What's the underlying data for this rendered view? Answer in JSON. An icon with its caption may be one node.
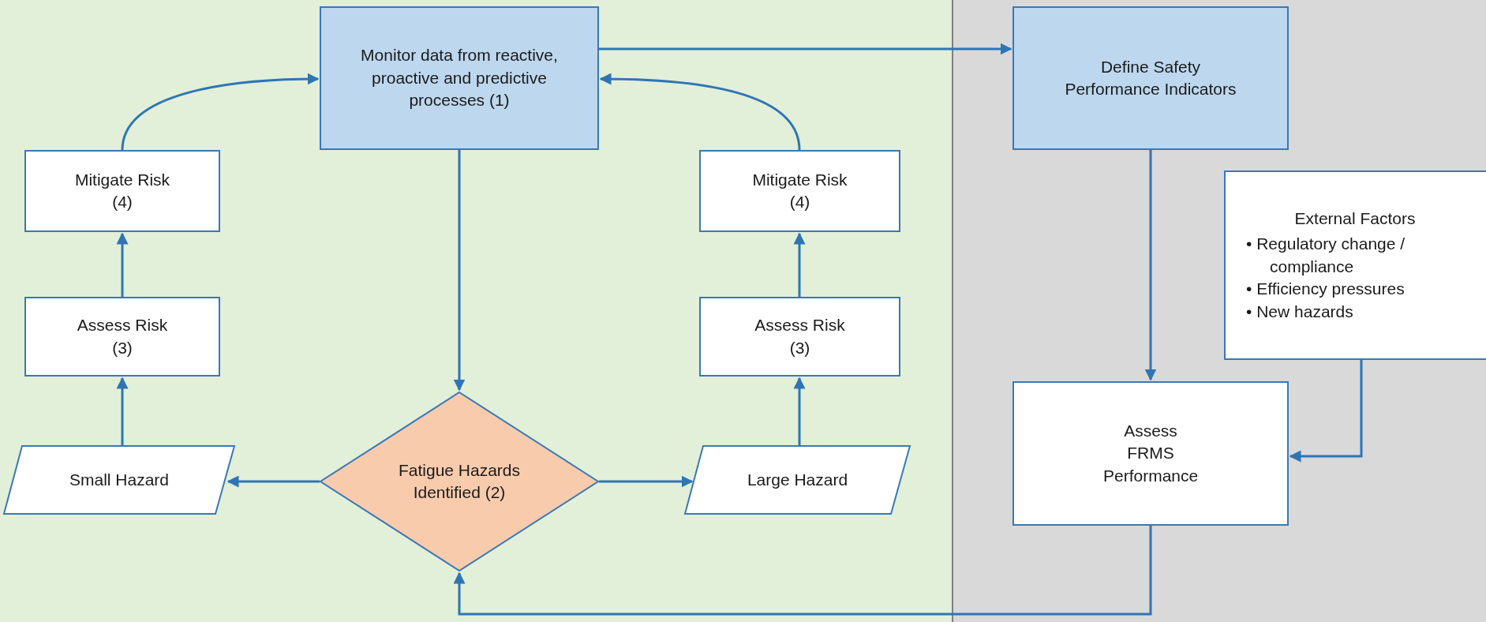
{
  "diagram": {
    "nodes": [
      {
        "text": [
          "Monitor data from reactive, proactive and predictive processes (1)"
        ]
      },
      {
        "text": [
          "Define Safety Performance Indicators"
        ]
      },
      {
        "text": [
          "Mitigate Risk (4)"
        ]
      },
      {
        "text": [
          "Mitigate Risk (4)"
        ]
      },
      {
        "text": [
          "External Factors",
          "• Regulatory change / compliance",
          "• Efficiency pressures",
          "• New hazards"
        ]
      },
      {
        "text": [
          "Assess Risk (3)"
        ]
      },
      {
        "text": [
          "Assess Risk (3)"
        ]
      },
      {
        "text": [
          "Assess FRMS Performance"
        ]
      },
      {
        "text": [
          "Small Hazard"
        ]
      },
      {
        "text": [
          "Fatigue Hazards Identified (2)"
        ]
      },
      {
        "text": [
          "Large Hazard"
        ]
      }
    ],
    "edges": [
      {
        "from": 0,
        "to": 1,
        "arrow": "to"
      },
      {
        "from": 0,
        "to": 9,
        "arrow": "to"
      },
      {
        "from": 9,
        "to": 8,
        "arrow": "to"
      },
      {
        "from": 9,
        "to": 10,
        "arrow": "to"
      },
      {
        "from": 8,
        "to": 5,
        "arrow": "to"
      },
      {
        "from": 5,
        "to": 2,
        "arrow": "to"
      },
      {
        "from": 2,
        "to": 0,
        "arrow": "to"
      },
      {
        "from": 10,
        "to": 6,
        "arrow": "to"
      },
      {
        "from": 6,
        "to": 3,
        "arrow": "to"
      },
      {
        "from": 3,
        "to": 0,
        "arrow": "to"
      },
      {
        "from": 1,
        "to": 7,
        "arrow": "to"
      },
      {
        "from": 4,
        "to": 7,
        "arrow": "to"
      },
      {
        "from": 7,
        "to": 9,
        "arrow": "to"
      }
    ]
  }
}
